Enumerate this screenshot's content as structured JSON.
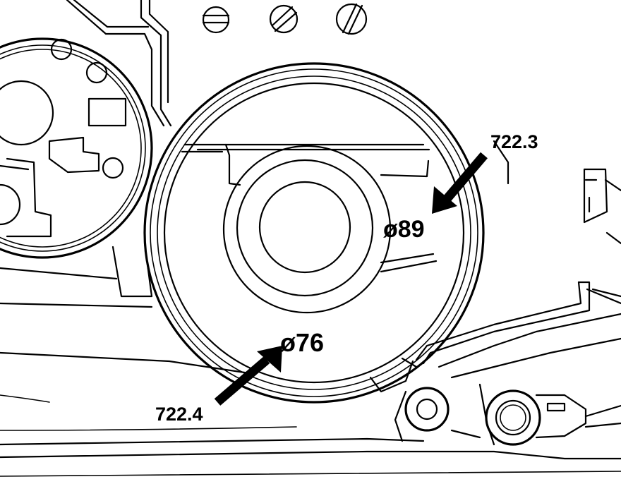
{
  "diagram": {
    "callouts": [
      {
        "id": "part-722-3",
        "label": "722.3"
      },
      {
        "id": "part-722-4",
        "label": "722.4"
      }
    ],
    "dimensions": [
      {
        "id": "outer-diameter",
        "label": "ø89"
      },
      {
        "id": "inner-diameter",
        "label": "ø76"
      }
    ],
    "colors": {
      "line": "#000000",
      "background": "#ffffff"
    }
  }
}
